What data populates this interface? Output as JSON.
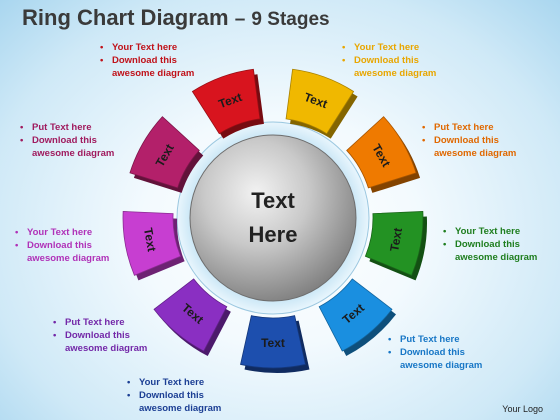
{
  "title": {
    "main": "Ring Chart Diagram",
    "dash": "–",
    "stages": "9 Stages"
  },
  "center": {
    "line1": "Text",
    "line2": "Here"
  },
  "segments": [
    {
      "label": "Text",
      "color": "#f0b800",
      "note_color": "#e8a600",
      "note": [
        "Your Text here",
        "Download this",
        "awesome diagram"
      ]
    },
    {
      "label": "Text",
      "color": "#ef7a00",
      "note_color": "#e06800",
      "note": [
        "Put Text here",
        "Download this",
        "awesome diagram"
      ]
    },
    {
      "label": "Text",
      "color": "#239223",
      "note_color": "#1f7e1f",
      "note": [
        "Your Text here",
        "Download this",
        "awesome diagram"
      ]
    },
    {
      "label": "Text",
      "color": "#1a8fe0",
      "note_color": "#1877c6",
      "note": [
        "Put Text here",
        "Download this",
        "awesome diagram"
      ]
    },
    {
      "label": "Text",
      "color": "#1d4fae",
      "note_color": "#1c3f94",
      "note": [
        "Your Text here",
        "Download this",
        "awesome diagram"
      ]
    },
    {
      "label": "Text",
      "color": "#8a2fc2",
      "note_color": "#7328a8",
      "note": [
        "Put Text here",
        "Download this",
        "awesome diagram"
      ]
    },
    {
      "label": "Text",
      "color": "#c73ed1",
      "note_color": "#b032b8",
      "note": [
        "Your Text here",
        "Download this",
        "awesome diagram"
      ]
    },
    {
      "label": "Text",
      "color": "#b3206a",
      "note_color": "#a01b5e",
      "note": [
        "Put Text here",
        "Download this",
        "awesome diagram"
      ]
    },
    {
      "label": "Text",
      "color": "#d8141e",
      "note_color": "#c0121a",
      "note": [
        "Your Text here",
        "Download this",
        "awesome diagram"
      ]
    }
  ],
  "logo": "Your Logo"
}
